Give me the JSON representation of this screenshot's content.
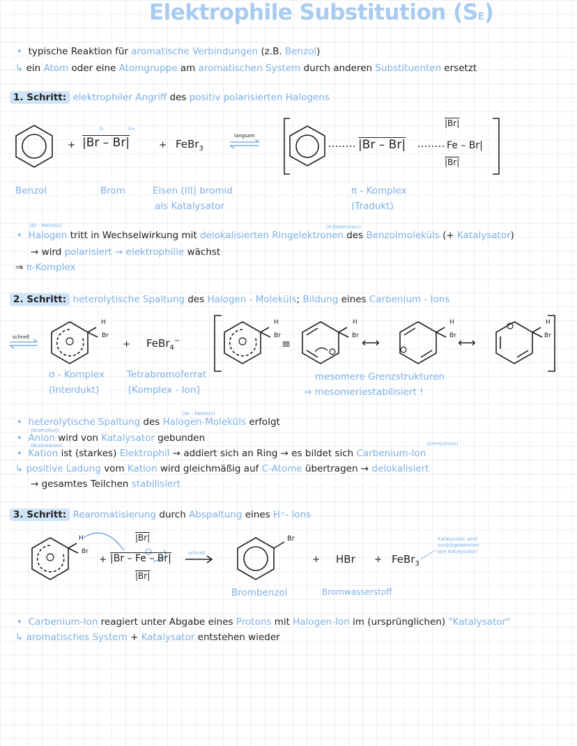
{
  "title": "Elektrophile Substitution (S",
  "title_sub": "E",
  "title_end": ")",
  "intro": {
    "line1_pre": "typische Reaktion für ",
    "line1_a": "aromatische Verbindungen",
    "line1_b": " (z.B. ",
    "line1_c": "Benzol",
    "line1_d": ")",
    "line2_arrow": "↳",
    "line2_a": " ein ",
    "line2_b": "Atom",
    "line2_c": " oder eine ",
    "line2_d": "Atomgruppe",
    "line2_e": " am ",
    "line2_f": "aromatischen System",
    "line2_g": " durch anderen ",
    "line2_h": "Substituenten",
    "line2_i": " ersetzt"
  },
  "step1": {
    "label": "1. Schritt:",
    "text_a": " elektrophiler Angriff",
    "text_b": " des ",
    "text_c": "positiv polarisierten Halogens",
    "reagents": {
      "plus1": "+",
      "br2": "|Br – Br|",
      "delta_minus": "δ-",
      "delta_plus": "δ+",
      "plus2": "+",
      "febr3": "FeBr",
      "febr3_sub": "3",
      "arrow_label": "langsam",
      "complex_br": "|Br – Br|",
      "complex_fe": "Fe – Br|",
      "complex_top": "|Br|",
      "complex_bottom": "|Br|"
    },
    "labels": {
      "benzol": "Benzol",
      "brom": "Brom",
      "eisen_1": "Eisen (III) bromid",
      "eisen_2": "als Katalysator",
      "pi_1": "π - Komplex",
      "pi_2": "(Tradukt)"
    },
    "notes": {
      "br_molekuel": "(Br - Molekül)",
      "pi_elektronen": "(π-Elektronen)",
      "line1_a": "Halogen",
      "line1_b": " tritt in Wechselwirkung mit ",
      "line1_c": "delokalisierten Ringelektronen",
      "line1_d": " des ",
      "line1_e": "Benzolmoleküls",
      "line1_f": " (+ ",
      "line1_g": "Katalysator",
      "line1_h": ")",
      "line2_a": "→ wird ",
      "line2_b": "polarisiert → elektrophilie",
      "line2_c": " wächst",
      "line3_a": "⇒ ",
      "line3_b": "π-Komplex"
    }
  },
  "step2": {
    "label": "2. Schritt:",
    "text_a": " heterolytische Spaltung",
    "text_b": " des ",
    "text_c": "Halogen - Moleküls",
    "text_d": "; ",
    "text_e": "Bildung",
    "text_f": " eines ",
    "text_g": "Carbenium - Ions",
    "arrow_label": "schnell",
    "plus": "+",
    "febr4": "FeBr",
    "febr4_sub": "4",
    "febr4_sup": "−",
    "equiv": "≡",
    "reso": "⟷",
    "labels": {
      "sigma_1": "σ - Komplex",
      "sigma_2": "(Interdukt)",
      "tetra_1": "Tetrabromoferrat",
      "tetra_2": "[Komplex - Ion]",
      "meso_1": "mesomere Grenzstrukturen",
      "meso_2": "⇒ mesomeriestabilisiert !"
    },
    "notes": {
      "br_molekuel": "(Br - Molekül)",
      "bromidion": "(Bromidion)",
      "bromkation": "(Bromkation)",
      "arenium": "(Areniumion)",
      "l1_a": "heterolytische Spaltung",
      "l1_b": " des ",
      "l1_c": "Halogen-Moleküls",
      "l1_d": " erfolgt",
      "l2_a": "Anion",
      "l2_b": " wird von ",
      "l2_c": "Katalysator",
      "l2_d": " gebunden",
      "l3_a": "Kation",
      "l3_b": " ist (starkes) ",
      "l3_c": "Elektrophil",
      "l3_d": " → addiert sich an Ring → es bildet sich ",
      "l3_e": "Carbenium-Ion",
      "l4_arrow": "↳",
      "l4_a": " positive Ladung",
      "l4_b": " vom ",
      "l4_c": "Kation",
      "l4_d": " wird gleichmäßig auf ",
      "l4_e": "C-Atome",
      "l4_f": " übertragen → ",
      "l4_g": "delokalisiert",
      "l5_a": "→ gesamtes Teilchen ",
      "l5_b": "stabilisiert"
    }
  },
  "step3": {
    "label": "3. Schritt:",
    "text_a": " Rearomatisierung",
    "text_b": " durch ",
    "text_c": "Abspaltung",
    "text_d": " eines ",
    "text_e": "H⁺- Ions",
    "plus1": "+",
    "arrow_label": "schnell",
    "plus2": "+",
    "hbr": "HBr",
    "plus3": "+",
    "febr3": "FeBr",
    "febr3_sub": "3",
    "note_kat": [
      "Katalysator wird",
      "zurückgewonnen",
      "(wie Katalysator)"
    ],
    "labels": {
      "brombenzol": "Brombenzol",
      "bromwasserstoff": "Bromwasserstoff"
    },
    "notes": {
      "l1_a": "Carbenium-Ion",
      "l1_b": " reagiert unter Abgabe eines ",
      "l1_c": "Protons",
      "l1_d": " mit ",
      "l1_e": "Halogen-Ion",
      "l1_f": " im (ursprünglichen) ",
      "l1_g": "\"Katalysator\"",
      "l2_arrow": "↳",
      "l2_a": " aromatisches System",
      "l2_b": " + ",
      "l2_c": "Katalysator",
      "l2_d": " entstehen wieder"
    }
  },
  "colors": {
    "accent": "#7fb1e4",
    "highlight": "#cfe4f9",
    "title": "#a8cbef",
    "ink": "#1e1e1e"
  },
  "atoms": {
    "H": "H",
    "Br": "Br",
    "plus_circle": "+",
    "fe": "Fe",
    "brI": "|Br|",
    "br_line": "|Br –",
    "br_end": "Br|",
    "delta": "⊖"
  }
}
